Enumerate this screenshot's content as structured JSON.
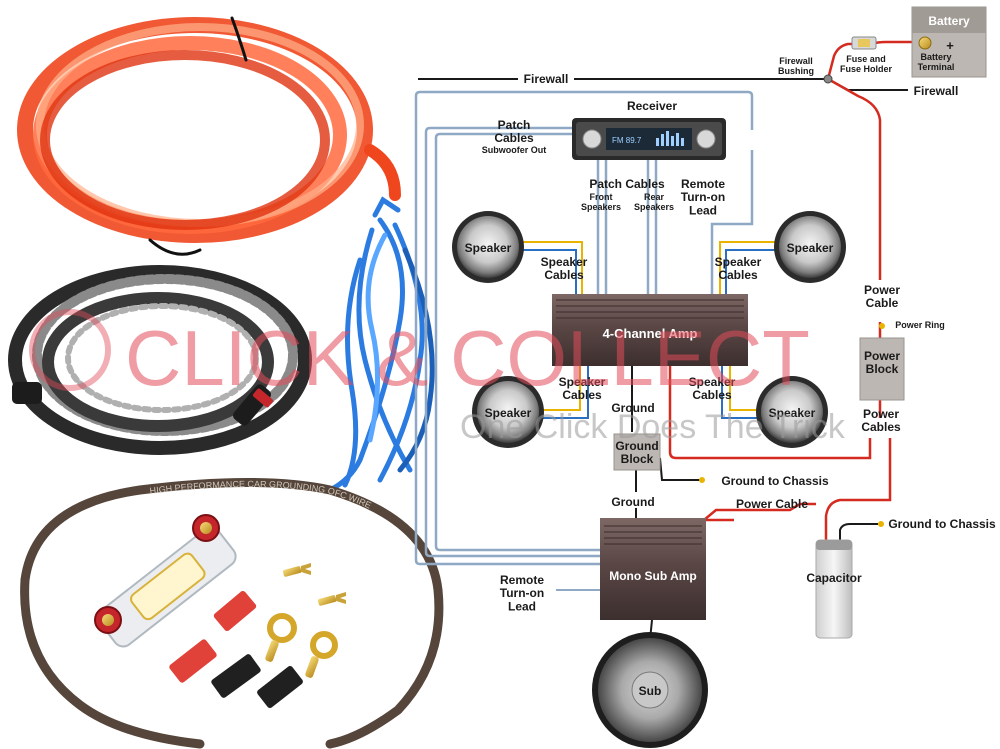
{
  "labels": {
    "battery": "Battery",
    "battery_terminal": "Battery\nTerminal",
    "fuse_holder": "Fuse and\nFuse Holder",
    "firewall_bushing": "Firewall\nBushing",
    "firewall_left": "Firewall",
    "firewall_right": "Firewall",
    "receiver": "Receiver",
    "receiver_display": "FM 89.7",
    "patch_cables_top": "Patch\nCables",
    "subwoofer_out": "Subwoofer Out",
    "patch_cables_mid": "Patch Cables",
    "front_speakers": "Front\nSpeakers",
    "rear_speakers": "Rear\nSpeakers",
    "remote_lead_top": "Remote\nTurn-on\nLead",
    "speaker": "Speaker",
    "speaker_cables": "Speaker\nCables",
    "amp4": "4-Channel Amp",
    "ground": "Ground",
    "ground_block": "Ground\nBlock",
    "ground_to_chassis_1": "Ground to Chassis",
    "ground_to_chassis_2": "Ground to Chassis",
    "power_cable_top": "Power\nCable",
    "power_ring": "Power Ring",
    "power_block": "Power\nBlock",
    "power_cables": "Power\nCables",
    "power_cable_mid": "Power Cable",
    "mono_amp": "Mono Sub Amp",
    "remote_lead_bottom": "Remote\nTurn-on\nLead",
    "capacitor": "Capacitor",
    "sub": "Sub",
    "plus": "+",
    "watermark_main": "CLICK & COLLECT",
    "watermark_sub": "One Click Does The Trick",
    "ground_wire_print": "HIGH PERFORMANCE CAR GROUNDING OFC WIRE"
  },
  "colors": {
    "power_wire": "#d42a1f",
    "ground_wire": "#1a1a1a",
    "patch_wire": "#8fa8c4",
    "speaker_wire_yellow": "#e8b400",
    "speaker_wire_blue": "#2b6fc2",
    "amp_body": "#5b4a48",
    "watermark": "#e24c5a",
    "block": "#bdb7b3"
  }
}
